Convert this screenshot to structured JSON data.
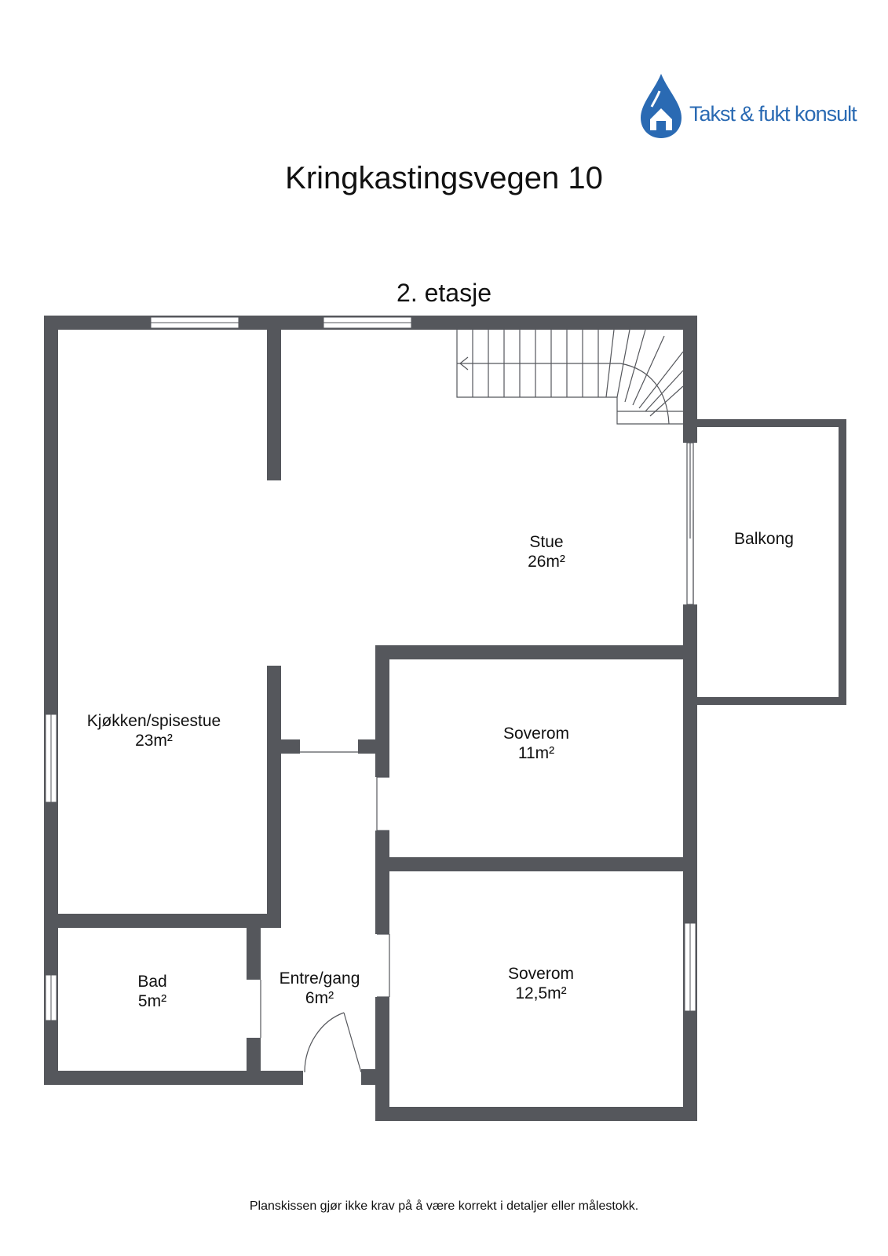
{
  "logo": {
    "text": "Takst & fukt konsult",
    "icon": "water-drop-house-icon",
    "color": "#2a6ab3"
  },
  "title": "Kringkastingsvegen 10",
  "floor": "2. etasje",
  "rooms": [
    {
      "name": "Kjøkken/spisestue",
      "area": "23m²"
    },
    {
      "name": "Stue",
      "area": "26m²"
    },
    {
      "name": "Balkong",
      "area": ""
    },
    {
      "name": "Soverom",
      "area": "11m²"
    },
    {
      "name": "Soverom",
      "area": "12,5m²"
    },
    {
      "name": "Bad",
      "area": "5m²"
    },
    {
      "name": "Entre/gang",
      "area": "6m²"
    }
  ],
  "disclaimer": "Planskissen gjør ikke krav på å være korrekt i detaljer eller målestokk.",
  "colors": {
    "wall": "#55575c",
    "window": "#ffffff"
  }
}
